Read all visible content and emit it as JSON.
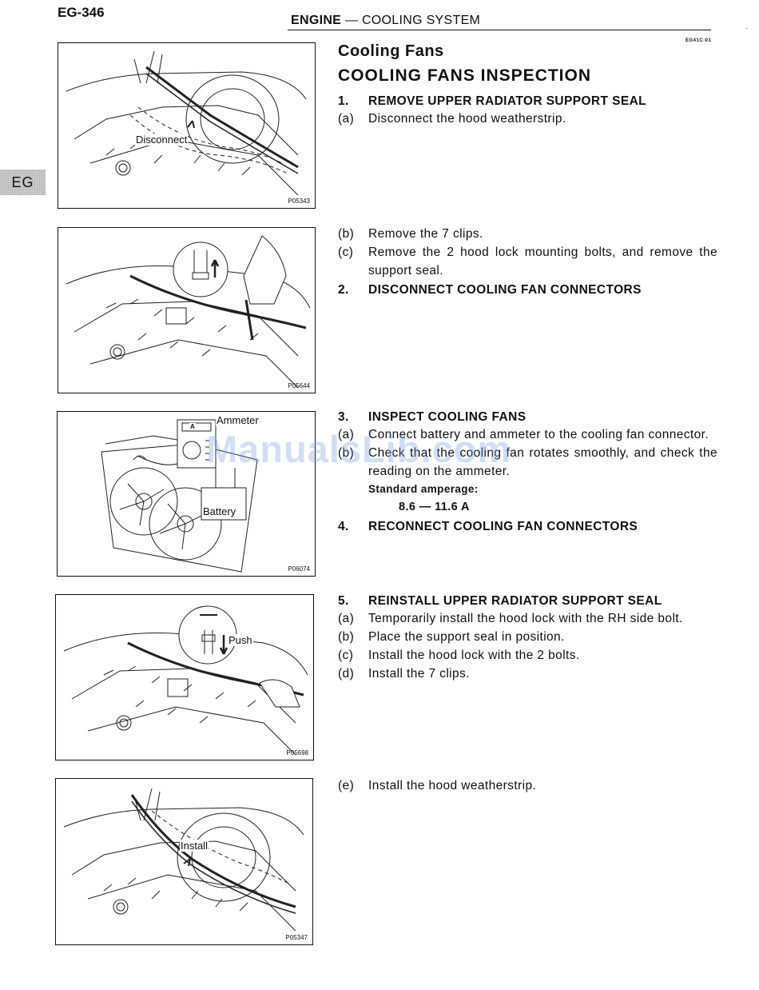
{
  "header": {
    "page_number": "EG-346",
    "section_bold": "ENGINE",
    "section_rest": " — COOLING SYSTEM",
    "doc_code": "EG41C-01",
    "corner_mark": "·"
  },
  "side_tab": "EG",
  "watermark": "ManualsLib.com",
  "figures": [
    {
      "code": "P05343",
      "label": "Disconnect",
      "icon": "weatherstrip-removal-illustration"
    },
    {
      "code": "P05644",
      "label": "",
      "icon": "clip-removal-illustration"
    },
    {
      "code": "P06074",
      "label_ammeter": "Ammeter",
      "label_ammeter_box": "A",
      "label_battery": "Battery",
      "icon": "fan-test-circuit-illustration"
    },
    {
      "code": "P05698",
      "label": "Push",
      "icon": "hood-lock-install-illustration"
    },
    {
      "code": "P05347",
      "label": "Install",
      "icon": "weatherstrip-install-illustration"
    }
  ],
  "section": {
    "title": "Cooling Fans",
    "subtitle": "COOLING FANS INSPECTION"
  },
  "blocks": [
    {
      "steps": [
        {
          "num": "1.",
          "title": "REMOVE UPPER RADIATOR SUPPORT SEAL"
        }
      ],
      "items": [
        {
          "label": "(a)",
          "text": "Disconnect the hood weatherstrip."
        }
      ]
    },
    {
      "items": [
        {
          "label": "(b)",
          "text": "Remove the 7 clips."
        },
        {
          "label": "(c)",
          "text": "Remove the 2 hood lock mounting bolts, and remove the support seal."
        }
      ],
      "steps": [
        {
          "num": "2.",
          "title": "DISCONNECT COOLING FAN CONNECTORS"
        }
      ]
    },
    {
      "step3": {
        "num": "3.",
        "title": "INSPECT COOLING FANS"
      },
      "items": [
        {
          "label": "(a)",
          "text": "Connect battery and ammeter to the cooling fan connector."
        },
        {
          "label": "(b)",
          "text": "Check that the cooling fan rotates smoothly, and check the reading on the ammeter."
        }
      ],
      "spec_label": "Standard amperage:",
      "spec_value": "8.6 — 11.6 A",
      "step4": {
        "num": "4.",
        "title": "RECONNECT COOLING FAN CONNECTORS"
      }
    },
    {
      "step": {
        "num": "5.",
        "title": "REINSTALL UPPER RADIATOR SUPPORT SEAL"
      },
      "items": [
        {
          "label": "(a)",
          "text": "Temporarily install the hood lock with the RH side bolt."
        },
        {
          "label": "(b)",
          "text": "Place the support seal in position."
        },
        {
          "label": "(c)",
          "text": "Install the hood lock with the 2 bolts."
        },
        {
          "label": "(d)",
          "text": "Install the 7 clips."
        }
      ]
    },
    {
      "items": [
        {
          "label": "(e)",
          "text": "Install the hood weatherstrip."
        }
      ]
    }
  ]
}
